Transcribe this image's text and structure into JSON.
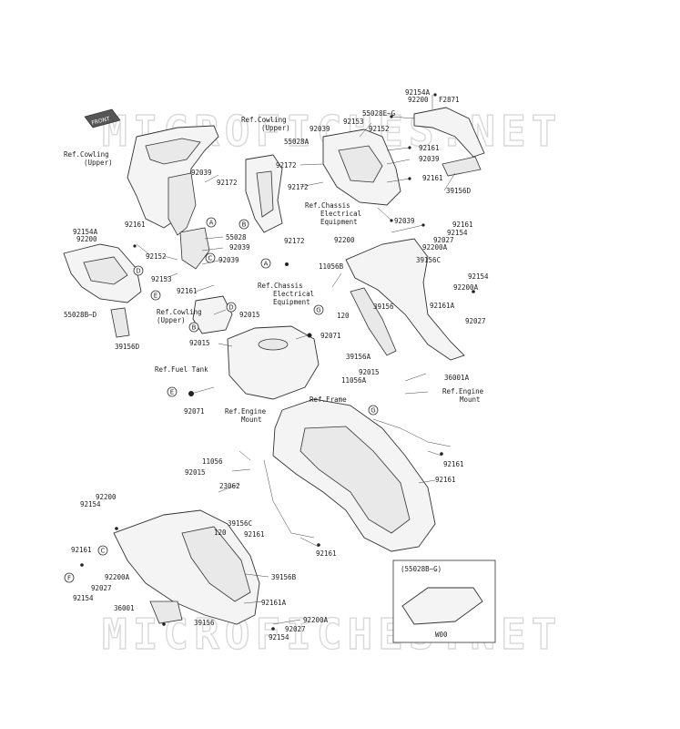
{
  "watermark": "MICROFICHES.NET",
  "front_arrow": "FRONT",
  "inset_label": "(55028B~G)",
  "inset_code": "W00",
  "circle_markers": [
    "A",
    "B",
    "C",
    "D",
    "E",
    "F",
    "G"
  ],
  "parts": {
    "p92154A_top": "92154A",
    "p92200_top": "92200",
    "pF2871": "F2871",
    "p55028E_G": "55028E~G",
    "p92153_top": "92153",
    "p92152_top": "92152",
    "p92039_ur": "92039",
    "p55028A": "55028A",
    "p92161_ur1": "92161",
    "p92039_ur2": "92039",
    "p92161_ur2": "92161",
    "p39156D_ur": "39156D",
    "p92172_mid1": "92172",
    "p92172_mid2": "92172",
    "p92039_mid": "92039",
    "p92161_r1": "92161",
    "p92154_r1": "92154",
    "p92200_r1": "92200",
    "p92027_r1": "92027",
    "p92200A_r1": "92200A",
    "p39156C_r": "39156C",
    "p92154_r2": "92154",
    "p92200A_r2": "92200A",
    "p92161A_r": "92161A",
    "p92027_r2": "92027",
    "p11056B": "11056B",
    "p120_r": "120",
    "p39156_r": "39156",
    "p39156A": "39156A",
    "p92015_r": "92015",
    "p11056A": "11056A",
    "p36001A": "36001A",
    "p92039_ul1": "92039",
    "p92172_ul": "92172",
    "p55028": "55028",
    "p92039_ul2": "92039",
    "p92172_ul2": "92172",
    "p92154A_l": "92154A",
    "p92200_l": "92200",
    "p92161_l1": "92161",
    "p92152_l": "92152",
    "p92153_l": "92153",
    "p92161_l2": "92161",
    "p92039_l3": "92039",
    "p55028B_D": "55028B~D",
    "p39156D_l": "39156D",
    "p92015_l1": "92015",
    "p92015_l2": "92015",
    "p92071_1": "92071",
    "p92071_2": "92071",
    "p11056_l": "11056",
    "p92015_l3": "92015",
    "p23062": "23062",
    "p120_l": "120",
    "p39156C_l": "39156C",
    "p92161_l3": "92161",
    "p92161_fr1": "92161",
    "p92161_fr2": "92161",
    "p92161_fr3": "92161",
    "p92200_bl": "92200",
    "p92154_bl": "92154",
    "p92161_bl": "92161",
    "p92200A_bl": "92200A",
    "p92027_bl": "92027",
    "p92154_bl2": "92154",
    "p36001": "36001",
    "p39156_bl": "39156",
    "p39156B": "39156B",
    "p92161A_bl": "92161A",
    "p92200A_bot": "92200A",
    "p92027_bot": "92027",
    "p92154_bot": "92154"
  },
  "refs": {
    "cowling_upper_tl_1": "Ref.Cowling",
    "cowling_upper_tl_2": "(Upper)",
    "cowling_upper_top_1": "Ref.Cowling",
    "cowling_upper_top_2": "(Upper)",
    "chassis_elec_1_1": "Ref.Chassis",
    "chassis_elec_1_2": "Electrical",
    "chassis_elec_1_3": "Equipment",
    "chassis_elec_2_1": "Ref.Chassis",
    "chassis_elec_2_2": "Electrical",
    "chassis_elec_2_3": "Equipment",
    "cowling_upper_mid_1": "Ref.Cowling",
    "cowling_upper_mid_2": "(Upper)",
    "fuel_tank": "Ref.Fuel Tank",
    "frame": "Ref.Frame",
    "engine_mount_r_1": "Ref.Engine",
    "engine_mount_r_2": "Mount",
    "engine_mount_l_1": "Ref.Engine",
    "engine_mount_l_2": "Mount"
  }
}
